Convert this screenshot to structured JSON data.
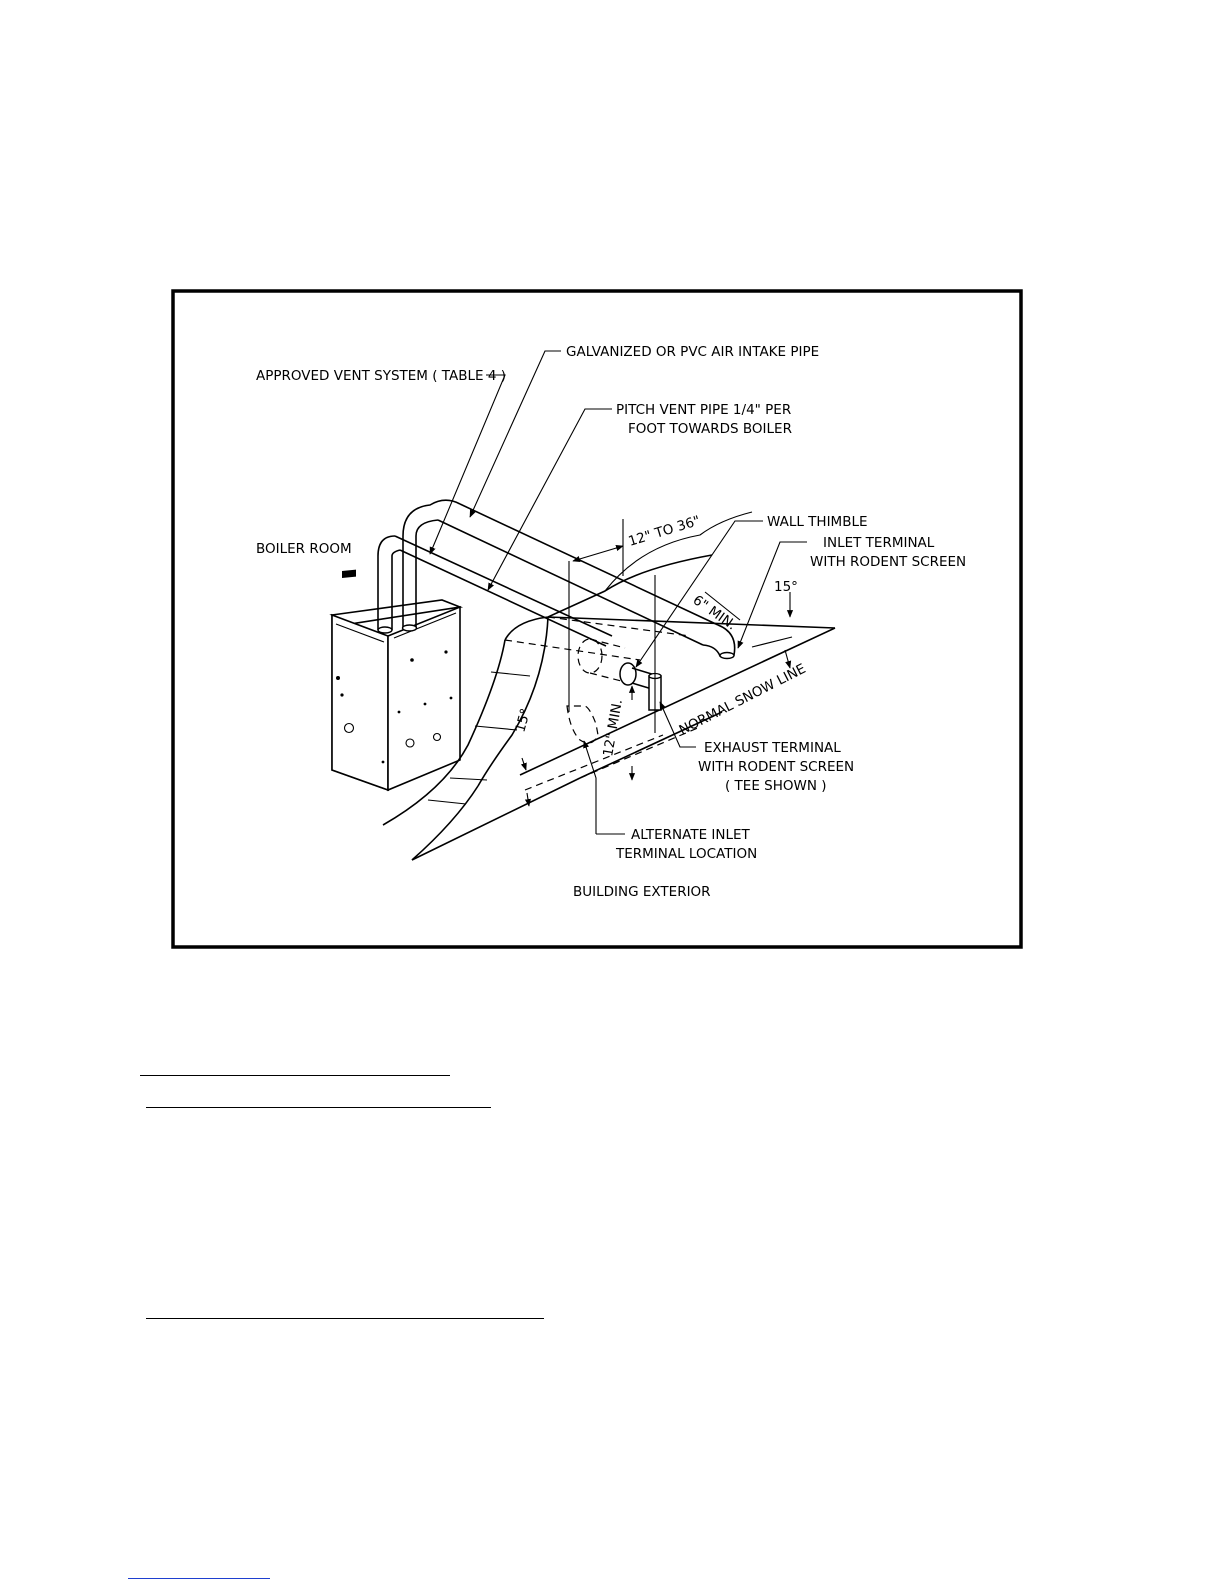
{
  "diagram": {
    "labels": {
      "approved_vent": "APPROVED VENT SYSTEM ( TABLE 4 )",
      "air_intake": "GALVANIZED OR PVC AIR INTAKE PIPE",
      "pitch_line1": "PITCH VENT PIPE 1/4\" PER",
      "pitch_line2": "FOOT TOWARDS BOILER",
      "boiler_room": "BOILER ROOM",
      "span": "12\" TO 36\"",
      "wall_thimble": "WALL THIMBLE",
      "inlet_line1": "INLET TERMINAL",
      "inlet_line2": "WITH RODENT SCREEN",
      "angle_right": "15°",
      "six_min": "6\" MIN.",
      "snow_line": "NORMAL SNOW LINE",
      "angle_left": "15°",
      "twelve_min": "12\" MIN.",
      "exhaust_line1": "EXHAUST TERMINAL",
      "exhaust_line2": "WITH RODENT SCREEN",
      "exhaust_line3": "( TEE SHOWN )",
      "alt_line1": "ALTERNATE INLET",
      "alt_line2": "TERMINAL LOCATION",
      "building_exterior": "BUILDING EXTERIOR"
    }
  }
}
